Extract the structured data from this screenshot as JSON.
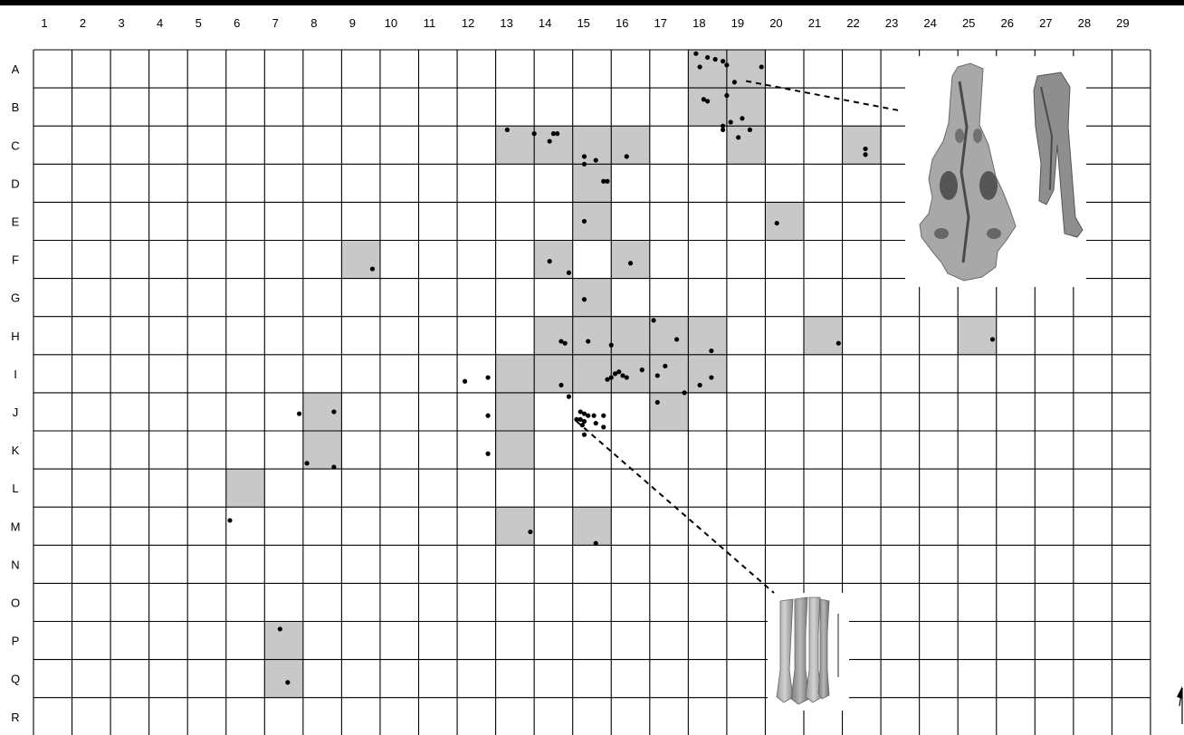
{
  "grid": {
    "columns": [
      "1",
      "2",
      "3",
      "4",
      "5",
      "6",
      "7",
      "8",
      "9",
      "10",
      "11",
      "12",
      "13",
      "14",
      "15",
      "16",
      "17",
      "18",
      "19",
      "20",
      "21",
      "22",
      "23",
      "24",
      "25",
      "26",
      "27",
      "28",
      "29"
    ],
    "rows": [
      "A",
      "B",
      "C",
      "D",
      "E",
      "F",
      "G",
      "H",
      "I",
      "J",
      "K",
      "L",
      "M",
      "N",
      "O",
      "P",
      "Q",
      "R"
    ],
    "shaded_cells": [
      [
        "A",
        18
      ],
      [
        "A",
        19
      ],
      [
        "B",
        18
      ],
      [
        "B",
        19
      ],
      [
        "C",
        13
      ],
      [
        "C",
        14
      ],
      [
        "C",
        15
      ],
      [
        "C",
        16
      ],
      [
        "C",
        19
      ],
      [
        "C",
        22
      ],
      [
        "D",
        15
      ],
      [
        "E",
        15
      ],
      [
        "E",
        20
      ],
      [
        "F",
        9
      ],
      [
        "F",
        14
      ],
      [
        "F",
        16
      ],
      [
        "G",
        15
      ],
      [
        "H",
        14
      ],
      [
        "H",
        15
      ],
      [
        "H",
        16
      ],
      [
        "H",
        17
      ],
      [
        "H",
        18
      ],
      [
        "H",
        21
      ],
      [
        "H",
        25
      ],
      [
        "I",
        13
      ],
      [
        "I",
        14
      ],
      [
        "I",
        15
      ],
      [
        "I",
        16
      ],
      [
        "I",
        17
      ],
      [
        "I",
        18
      ],
      [
        "J",
        8
      ],
      [
        "J",
        13
      ],
      [
        "J",
        17
      ],
      [
        "K",
        8
      ],
      [
        "K",
        13
      ],
      [
        "L",
        6
      ],
      [
        "M",
        13
      ],
      [
        "M",
        15
      ],
      [
        "P",
        7
      ],
      [
        "Q",
        7
      ]
    ],
    "shade_color": "#c8c8c8",
    "line_color": "#000000",
    "point_color": "#000000"
  },
  "specimen_points": [
    [
      18.2,
      0.1
    ],
    [
      18.5,
      0.2
    ],
    [
      18.7,
      0.25
    ],
    [
      18.9,
      0.3
    ],
    [
      19.0,
      0.4
    ],
    [
      18.3,
      0.45
    ],
    [
      19.9,
      0.45
    ],
    [
      19.2,
      0.85
    ],
    [
      18.4,
      1.3
    ],
    [
      18.5,
      1.35
    ],
    [
      19.0,
      1.2
    ],
    [
      19.4,
      1.8
    ],
    [
      19.1,
      1.9
    ],
    [
      18.9,
      2.0
    ],
    [
      18.9,
      2.1
    ],
    [
      19.6,
      2.1
    ],
    [
      19.3,
      2.3
    ],
    [
      13.3,
      2.1
    ],
    [
      14.0,
      2.2
    ],
    [
      14.5,
      2.2
    ],
    [
      14.6,
      2.2
    ],
    [
      14.4,
      2.4
    ],
    [
      15.3,
      2.8
    ],
    [
      15.6,
      2.9
    ],
    [
      15.3,
      3.0
    ],
    [
      16.4,
      2.8
    ],
    [
      22.6,
      2.6
    ],
    [
      22.6,
      2.75
    ],
    [
      15.8,
      3.45
    ],
    [
      15.9,
      3.45
    ],
    [
      15.3,
      4.5
    ],
    [
      20.3,
      4.55
    ],
    [
      9.8,
      5.75
    ],
    [
      14.4,
      5.55
    ],
    [
      14.9,
      5.85
    ],
    [
      16.5,
      5.6
    ],
    [
      15.3,
      6.55
    ],
    [
      17.1,
      7.1
    ],
    [
      14.7,
      7.65
    ],
    [
      14.8,
      7.7
    ],
    [
      15.4,
      7.65
    ],
    [
      16.0,
      7.75
    ],
    [
      17.7,
      7.6
    ],
    [
      18.6,
      7.9
    ],
    [
      21.9,
      7.7
    ],
    [
      25.9,
      7.6
    ],
    [
      12.2,
      8.7
    ],
    [
      12.8,
      8.6
    ],
    [
      14.7,
      8.8
    ],
    [
      16.0,
      8.6
    ],
    [
      16.1,
      8.5
    ],
    [
      16.2,
      8.45
    ],
    [
      16.3,
      8.55
    ],
    [
      16.4,
      8.6
    ],
    [
      15.9,
      8.65
    ],
    [
      16.8,
      8.4
    ],
    [
      17.2,
      8.55
    ],
    [
      17.4,
      8.3
    ],
    [
      18.3,
      8.8
    ],
    [
      18.6,
      8.6
    ],
    [
      17.9,
      9.0
    ],
    [
      14.9,
      9.1
    ],
    [
      7.9,
      9.55
    ],
    [
      8.8,
      9.5
    ],
    [
      12.8,
      9.6
    ],
    [
      15.2,
      9.5
    ],
    [
      15.3,
      9.55
    ],
    [
      15.4,
      9.6
    ],
    [
      15.1,
      9.7
    ],
    [
      15.2,
      9.7
    ],
    [
      15.3,
      9.75
    ],
    [
      15.25,
      9.85
    ],
    [
      15.55,
      9.6
    ],
    [
      15.6,
      9.8
    ],
    [
      15.8,
      9.9
    ],
    [
      15.3,
      10.1
    ],
    [
      15.8,
      9.6
    ],
    [
      17.2,
      9.25
    ],
    [
      12.8,
      10.6
    ],
    [
      8.1,
      10.85
    ],
    [
      8.8,
      10.95
    ],
    [
      6.1,
      12.35
    ],
    [
      13.9,
      12.65
    ],
    [
      15.6,
      12.95
    ],
    [
      7.4,
      15.2
    ],
    [
      7.6,
      16.6
    ]
  ],
  "illustrations": [
    {
      "name": "skull-photo",
      "leader_from_col": 19.5,
      "leader_from_row": 0.82
    },
    {
      "name": "metapodials-photo",
      "leader_from_col": 15.1,
      "leader_from_row": 9.75
    }
  ]
}
